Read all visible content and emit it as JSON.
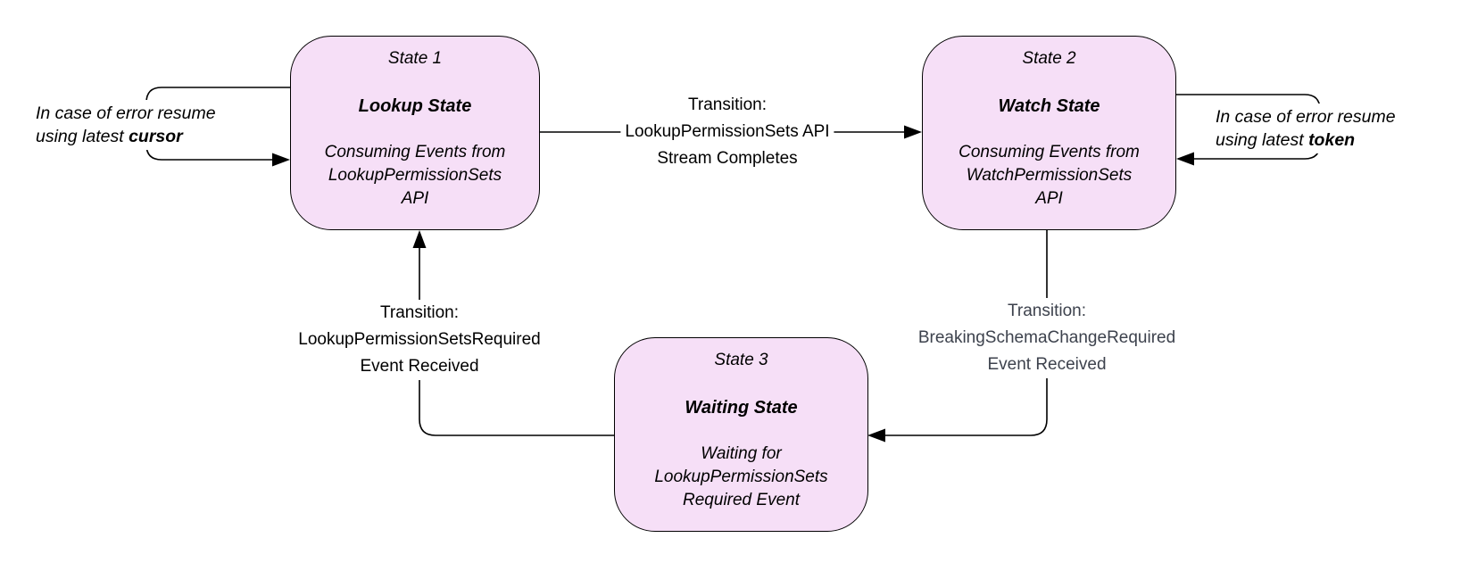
{
  "diagram": {
    "states": [
      {
        "label": "State 1",
        "name": "Lookup State",
        "desc_lines": [
          "Consuming Events from",
          "LookupPermissionSets",
          "API"
        ]
      },
      {
        "label": "State 2",
        "name": "Watch State",
        "desc_lines": [
          "Consuming Events from",
          "WatchPermissionSets",
          "API"
        ]
      },
      {
        "label": "State 3",
        "name": "Waiting State",
        "desc_lines": [
          "Waiting for",
          "LookupPermissionSets",
          "Required Event"
        ]
      }
    ],
    "transitions": [
      {
        "from": "State 1",
        "to": "State 2",
        "lines": [
          "Transition:",
          "LookupPermissionSets API",
          "Stream Completes"
        ]
      },
      {
        "from": "State 2",
        "to": "State 3",
        "lines": [
          "Transition:",
          "BreakingSchemaChangeRequired",
          "Event Received"
        ]
      },
      {
        "from": "State 3",
        "to": "State 1",
        "lines": [
          "Transition:",
          "LookupPermissionSetsRequired",
          "Event Received"
        ]
      }
    ],
    "error_loops": [
      {
        "state": "State 1",
        "line1": "In case of error resume",
        "line2_prefix": "using latest ",
        "line2_bold": "cursor"
      },
      {
        "state": "State 2",
        "line1": "In case of error resume",
        "line2_prefix": "using latest ",
        "line2_bold": "token"
      }
    ],
    "colors": {
      "state_fill": "#f6dff7",
      "state_border": "#000000",
      "connector": "#000000",
      "label_text": "#000000",
      "label_text_muted": "#3d424d"
    }
  }
}
